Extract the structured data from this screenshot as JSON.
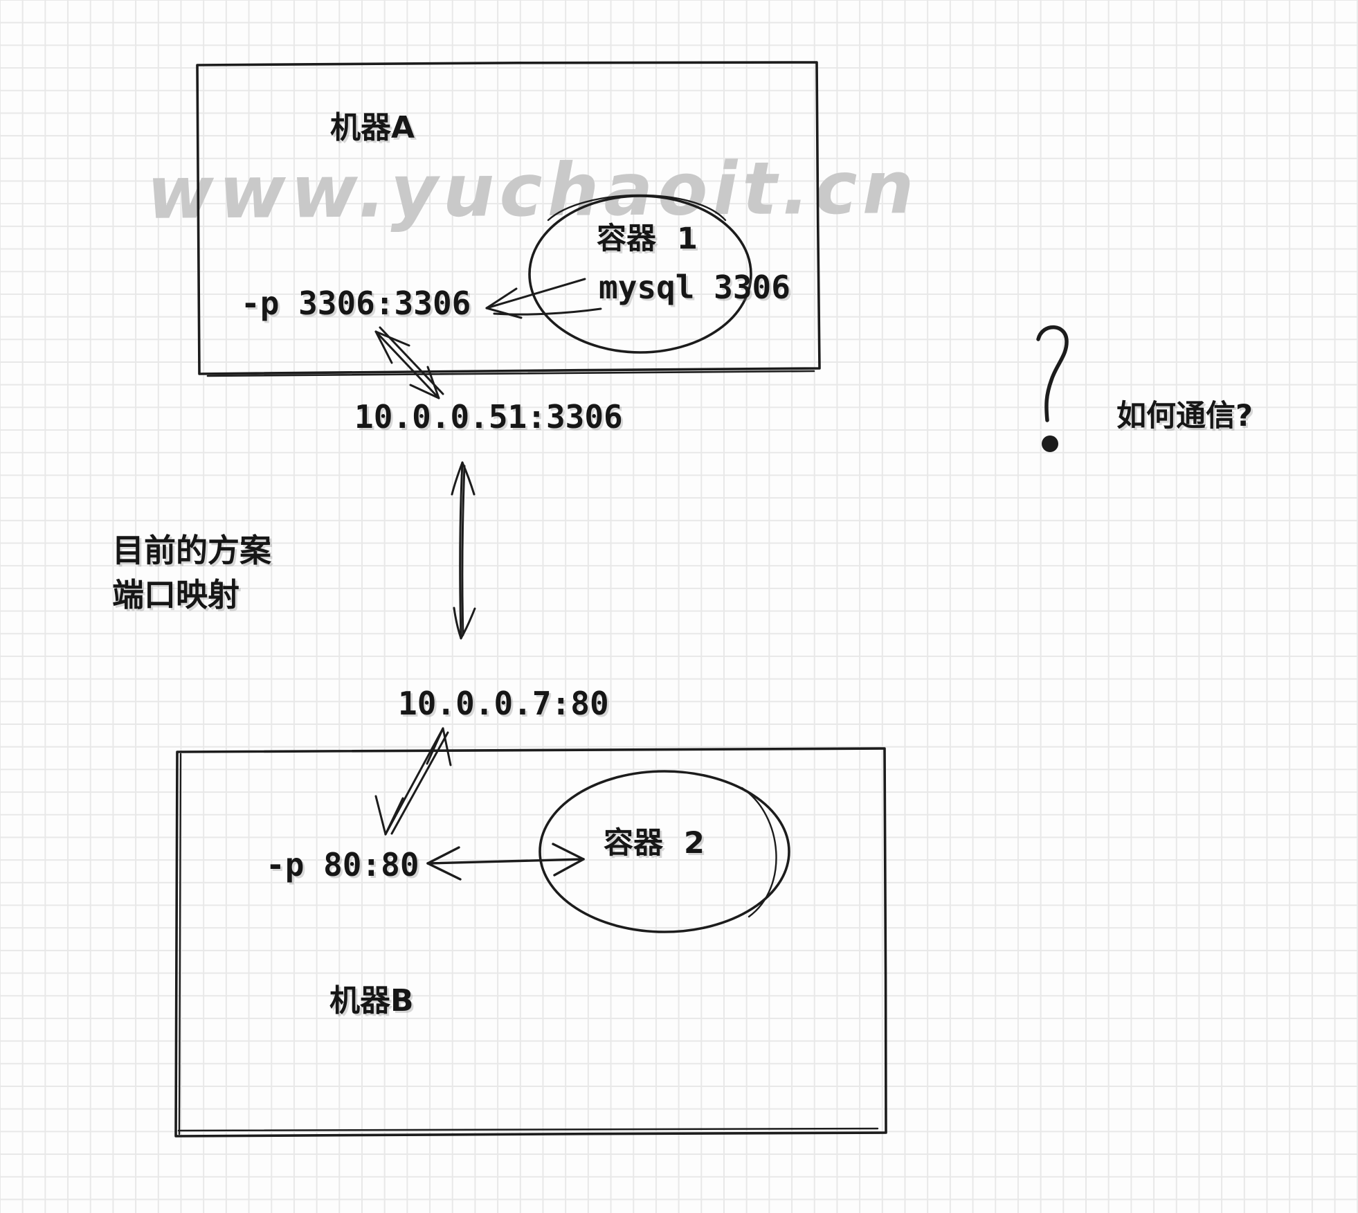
{
  "colors": {
    "ink": "#1c1c1c",
    "watermark_gray": "#c9c9c9",
    "grid_line": "#e8e8e8",
    "background": "#fdfdfd"
  },
  "watermark": {
    "text": "www.yuchaoit.cn"
  },
  "machine_a": {
    "title": "机器A",
    "port_mapping": "-p 3306:3306",
    "container": {
      "name": "容器 1",
      "service": "mysql 3306"
    }
  },
  "host_a_endpoint": "10.0.0.51:3306",
  "solution_note": {
    "line1": "目前的方案",
    "line2": "端口映射"
  },
  "host_b_endpoint": "10.0.0.7:80",
  "machine_b": {
    "title": "机器B",
    "port_mapping": "-p 80:80",
    "container": {
      "name": "容器 2"
    }
  },
  "question": {
    "text": "如何通信?"
  }
}
